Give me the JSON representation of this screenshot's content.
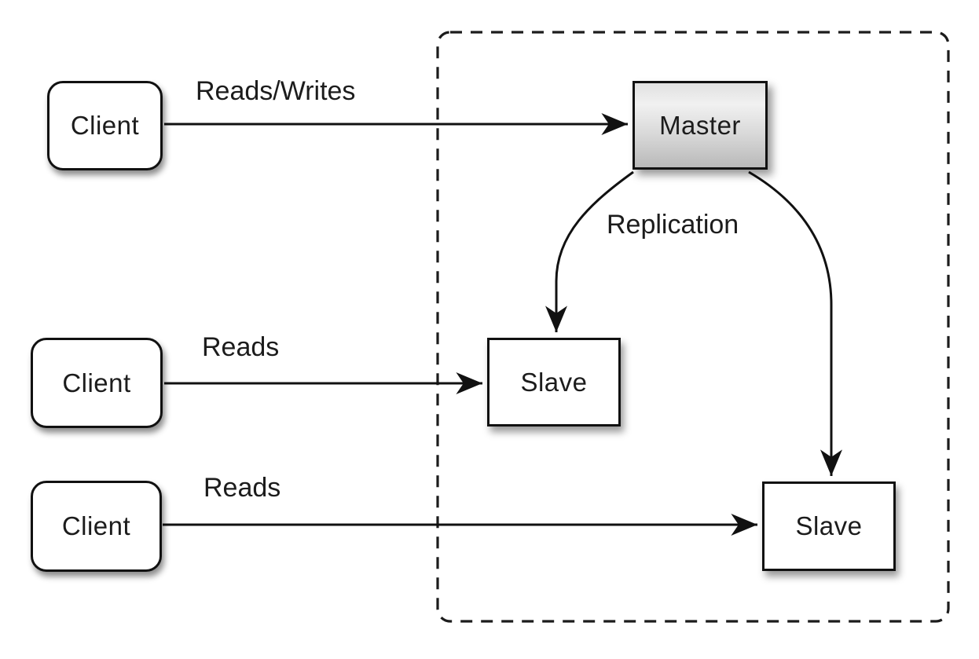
{
  "diagram": {
    "nodes": {
      "client1": {
        "label": "Client"
      },
      "client2": {
        "label": "Client"
      },
      "client3": {
        "label": "Client"
      },
      "master": {
        "label": "Master"
      },
      "slave1": {
        "label": "Slave"
      },
      "slave2": {
        "label": "Slave"
      }
    },
    "edges": {
      "client1_master": {
        "label": "Reads/Writes"
      },
      "client2_slave1": {
        "label": "Reads"
      },
      "client3_slave2": {
        "label": "Reads"
      },
      "master_slaves": {
        "label": "Replication"
      }
    },
    "colors": {
      "stroke": "#111111",
      "box_fill": "#ffffff",
      "master_gradient_top": "#f1f1f1",
      "master_gradient_bottom": "#b9b9b9",
      "text": "#1c1c1c"
    }
  }
}
